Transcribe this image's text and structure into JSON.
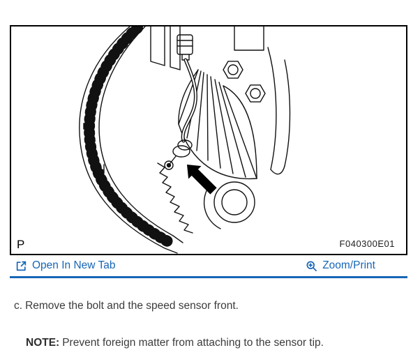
{
  "figure": {
    "label_p": "P",
    "figure_code": "F040300E01",
    "description": "line-drawing of transaxle housing with vehicle speed sensor, arrow pointing to sensor"
  },
  "toolbar": {
    "open_in_new_tab": "Open In New Tab",
    "zoom_print": "Zoom/Print"
  },
  "instructions": {
    "step_label": "c.",
    "step_text": "Remove the bolt and the speed sensor front.",
    "note_label": "NOTE:",
    "note_text": "Prevent foreign matter from attaching to the sensor tip."
  },
  "colors": {
    "link_blue": "#1766b5",
    "toolbar_border_blue": "#1766b5",
    "body_text": "#3b3b3b",
    "diagram_stroke": "#111111",
    "diagram_border": "#000000"
  },
  "icons": {
    "open_in_new_tab_icon": "square-with-arrow",
    "zoom_icon": "magnifier-with-plus"
  }
}
